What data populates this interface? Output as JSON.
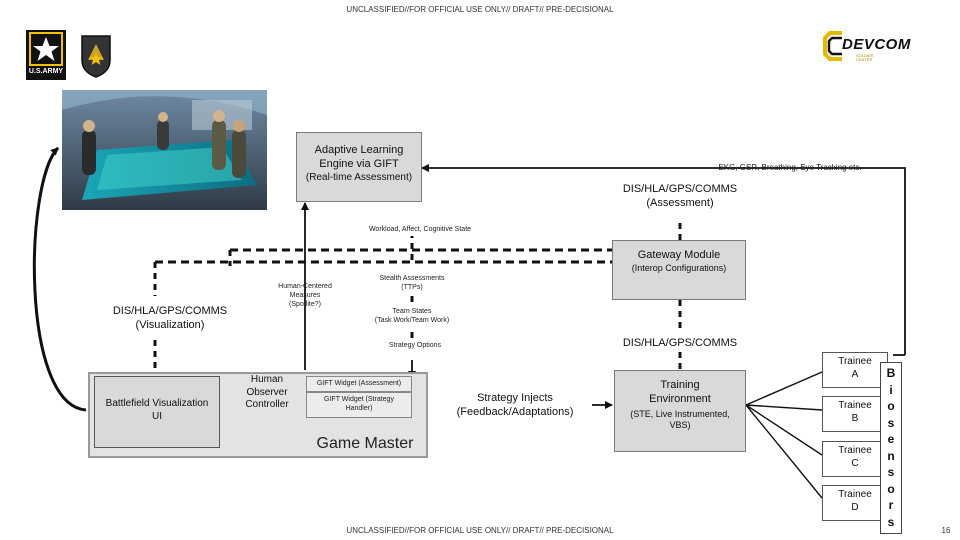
{
  "classification": {
    "top": "UNCLASSIFIED//FOR OFFICIAL USE ONLY// DRAFT// PRE-DECISIONAL",
    "bottom": "UNCLASSIFIED//FOR OFFICIAL USE ONLY// DRAFT// PRE-DECISIONAL"
  },
  "logos": {
    "army_text": "U.S.ARMY",
    "devcom_text": "DEVCOM",
    "devcom_sub1": "SOLDIER",
    "devcom_sub2": "CENTER"
  },
  "adaptive_engine": {
    "line1": "Adaptive Learning",
    "line2": "Engine via GIFT",
    "line3": "(Real-time Assessment)"
  },
  "sensors_label": "EKG, GSR, Breathing, Eye Tracking etc.",
  "assessment_label": {
    "line1": "DIS/HLA/GPS/COMMS",
    "line2": "(Assessment)"
  },
  "workload_label": "Workload, Affect, Cognitive State",
  "gateway": {
    "line1": "Gateway Module",
    "line2": "(Interop Configurations)"
  },
  "human_centered": {
    "line1": "Human-Centered",
    "line2": "Measures",
    "line3": "(Spotlite?)"
  },
  "stealth": {
    "line1": "Stealth Assessments",
    "line2": "(TTPs)"
  },
  "team_states": {
    "line1": "Team States",
    "line2": "(Task Work/Team Work)"
  },
  "strategy_options": "Strategy Options",
  "visualization_label": {
    "line1": "DIS/HLA/GPS/COMMS",
    "line2": "(Visualization)"
  },
  "comms_label": "DIS/HLA/GPS/COMMS",
  "battlefield_ui": {
    "line1": "Battlefield Visualization",
    "line2": "UI"
  },
  "observer": {
    "line1": "Human",
    "line2": "Observer",
    "line3": "Controller"
  },
  "gift_assessment": "GIFT Widget (Assessment)",
  "gift_strategy": {
    "line1": "GIFT Widget (Strategy",
    "line2": "Handler)"
  },
  "game_master": "Game Master",
  "strategy_injects": {
    "line1": "Strategy Injects",
    "line2": "(Feedback/Adaptations)"
  },
  "training_env": {
    "line1": "Training",
    "line2": "Environment",
    "line3": "(STE, Live Instrumented,",
    "line4": "VBS)"
  },
  "trainees": [
    {
      "line1": "Trainee",
      "line2": "A"
    },
    {
      "line1": "Trainee",
      "line2": "B"
    },
    {
      "line1": "Trainee",
      "line2": "C"
    },
    {
      "line1": "Trainee",
      "line2": "D"
    }
  ],
  "biosensors": [
    "B",
    "i",
    "o",
    "s",
    "e",
    "n",
    "s",
    "o",
    "r",
    "s"
  ],
  "page_number": "16",
  "colors": {
    "box_fill": "#d9d9d9",
    "box_border": "#7a7a7a",
    "line": "#111111"
  }
}
